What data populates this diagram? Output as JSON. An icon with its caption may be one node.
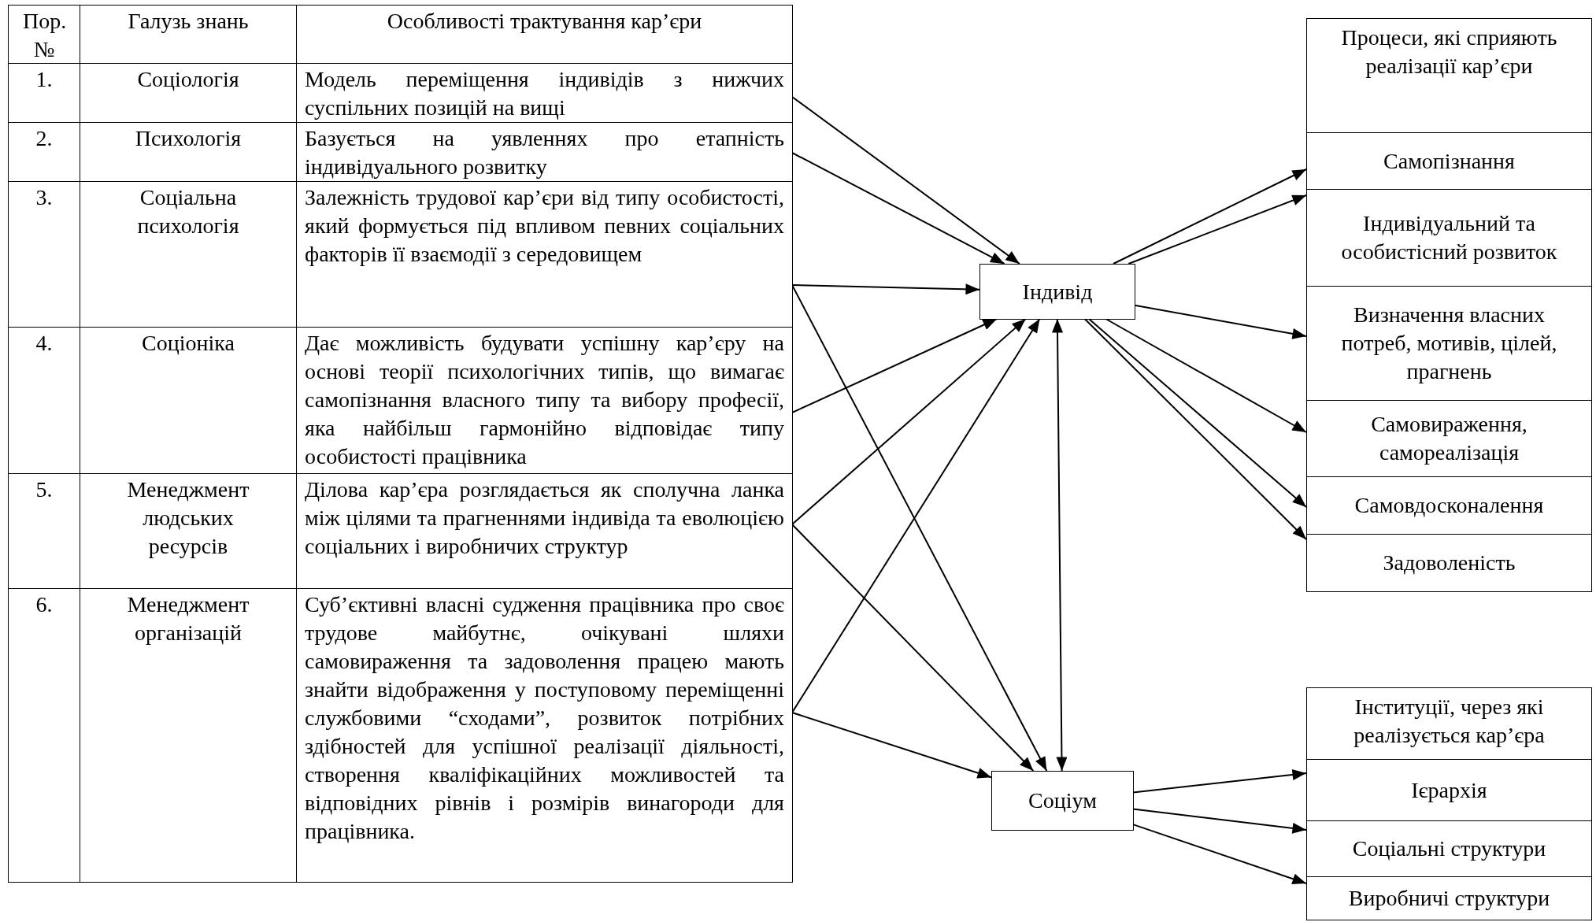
{
  "diagram": {
    "nodes": [
      {
        "text": [
          "Особливості трактування кар’єри"
        ]
      },
      {
        "text": [
          "Модель переміщення індивідів з нижчих суспільних позицій на вищі"
        ]
      },
      {
        "text": [
          "Базується на уявленнях про етапність індивідуального розвитку"
        ]
      },
      {
        "text": [
          "Залежність трудової кар’єри від типу особистості, який формується під впливом певних соціальних факторів її взаємодії з середовищем"
        ]
      },
      {
        "text": [
          "Дає можливість будувати успішну кар’єру на основі теорії психологічних типів, що вимагає самопізнання власного типу та вибору професії, яка найбільш гармонійно відповідає типу особистості працівника"
        ]
      },
      {
        "text": [
          "Ділова кар’єра розглядається як сполучна ланка між цілями та прагненнями індивіда та еволюцією соціальних і виробничих структур"
        ]
      },
      {
        "text": [
          "Суб’єктивні власні судження працівника про своє трудове майбутнє, очікувані шляхи самовираження та задоволення працею мають знайти відображення у поступовому переміщенні службовими “сходами”, розвиток потрібних здібностей для успішної реалізації діяльності, створення кваліфікаційних можливостей та відповідних рівнів і розмірів винагороди для працівника."
        ]
      },
      {
        "text": [
          "Індивід"
        ]
      },
      {
        "text": [
          "Соціум"
        ]
      },
      {
        "text": [
          "Процеси, які сприяють реалізації кар’єри"
        ]
      },
      {
        "text": [
          "Самопізнання"
        ]
      },
      {
        "text": [
          "Індивідуальний та особистісний розвиток"
        ]
      },
      {
        "text": [
          "Визначення власних потреб, мотивів, цілей, прагнень"
        ]
      },
      {
        "text": [
          "Самовираження, самореалізація"
        ]
      },
      {
        "text": [
          "Самовдосконалення"
        ]
      },
      {
        "text": [
          "Задоволеність"
        ]
      },
      {
        "text": [
          "Інституції, через які реалізується кар’єра"
        ]
      },
      {
        "text": [
          "Ієрархія"
        ]
      },
      {
        "text": [
          "Соціальні структури"
        ]
      },
      {
        "text": [
          "Виробничі структури"
        ]
      }
    ],
    "edges": [
      {
        "from": 1,
        "to": 7,
        "arrow": "to"
      },
      {
        "from": 2,
        "to": 7,
        "arrow": "to"
      },
      {
        "from": 3,
        "to": 7,
        "arrow": "to"
      },
      {
        "from": 3,
        "to": 8,
        "arrow": "to"
      },
      {
        "from": 4,
        "to": 7,
        "arrow": "to"
      },
      {
        "from": 5,
        "to": 7,
        "arrow": "to"
      },
      {
        "from": 5,
        "to": 8,
        "arrow": "to"
      },
      {
        "from": 6,
        "to": 7,
        "arrow": "to"
      },
      {
        "from": 6,
        "to": 8,
        "arrow": "to"
      },
      {
        "from": 7,
        "to": 8,
        "arrow": "both"
      },
      {
        "from": 7,
        "to": 10,
        "arrow": "to"
      },
      {
        "from": 7,
        "to": 11,
        "arrow": "to"
      },
      {
        "from": 7,
        "to": 12,
        "arrow": "to"
      },
      {
        "from": 7,
        "to": 13,
        "arrow": "to"
      },
      {
        "from": 7,
        "to": 14,
        "arrow": "to"
      },
      {
        "from": 7,
        "to": 15,
        "arrow": "to"
      },
      {
        "from": 8,
        "to": 17,
        "arrow": "to"
      },
      {
        "from": 8,
        "to": 18,
        "arrow": "to"
      },
      {
        "from": 8,
        "to": 19,
        "arrow": "to"
      }
    ],
    "labels": [
      "Пор. №",
      "Галузь знань",
      "1.",
      "Соціологія",
      "2.",
      "Психологія",
      "3.",
      "Соціальна психологія",
      "4.",
      "Соціоніка",
      "5.",
      "Менеджмент людських ресурсів",
      "6.",
      "Менеджмент організацій"
    ]
  }
}
